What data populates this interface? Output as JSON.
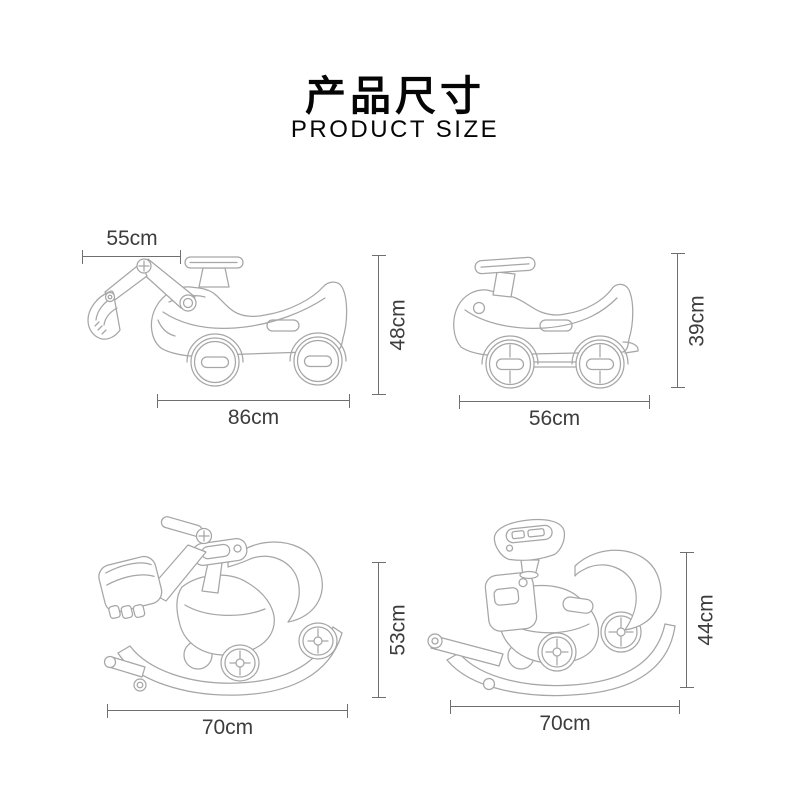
{
  "header": {
    "title_zh": "产品尺寸",
    "title_en": "PRODUCT SIZE"
  },
  "panels": [
    {
      "drawing": "excavator-ride-on-side-view",
      "dims": {
        "arm": "55cm",
        "height": "48cm",
        "length": "86cm"
      }
    },
    {
      "drawing": "ride-on-car-side-view",
      "dims": {
        "height": "39cm",
        "length": "56cm"
      }
    },
    {
      "drawing": "excavator-ride-on-rocking-base",
      "dims": {
        "height": "53cm",
        "length": "70cm"
      }
    },
    {
      "drawing": "ride-on-car-rocking-base",
      "dims": {
        "height": "44cm",
        "length": "70cm"
      }
    }
  ],
  "colors": {
    "line_art": "#a6a6a6",
    "dim_line": "#6f6f6f",
    "dim_text": "#3d3d3d",
    "title_text": "#050505",
    "background": "#ffffff"
  }
}
